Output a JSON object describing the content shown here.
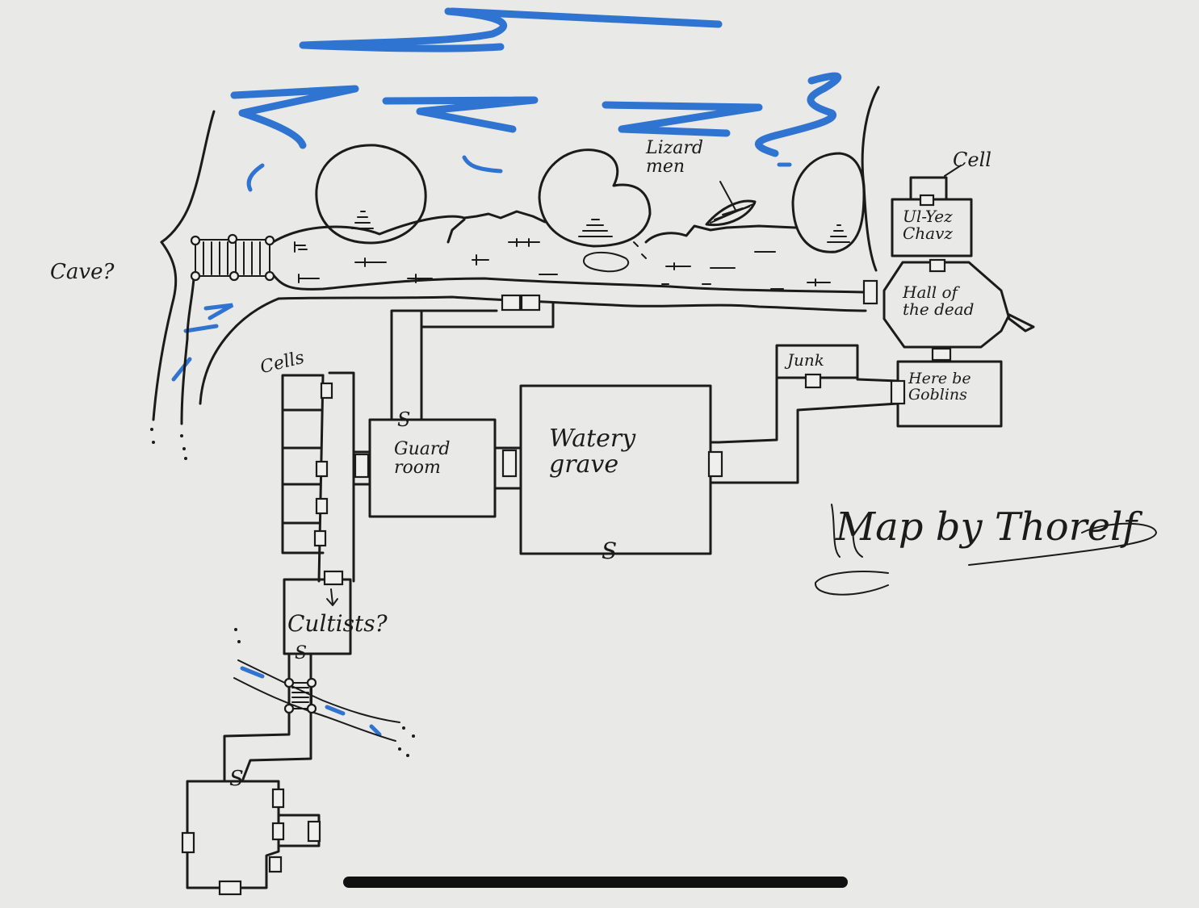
{
  "map": {
    "labels": {
      "cave": "Cave?",
      "lizardmen": "Lizard men",
      "cell": "Cell",
      "prison_cell_name": "Ul-Yez Chavz",
      "hall_of_dead": "Hall of the dead",
      "junk": "Junk",
      "goblins": "Here be Goblins",
      "cells": "Cells",
      "guard_room": "Guard room",
      "watery_grave": "Watery grave",
      "cultists": "Cultists?",
      "secret_guard": "S",
      "secret_watery": "S",
      "secret_cultists": "S",
      "secret_bottom": "S"
    },
    "credit": "Map by Thorelf"
  },
  "colors": {
    "ink": "#1b1b1b",
    "water": "#2f74d0",
    "paper": "#e9e9e7"
  }
}
